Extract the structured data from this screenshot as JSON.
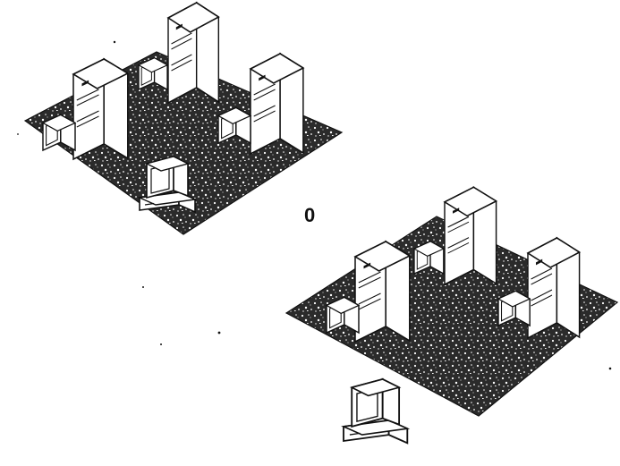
{
  "diagram": {
    "connector_label": "0",
    "colors": {
      "ink": "#111111",
      "paper": "#ffffff",
      "floor": "#2b2b2b"
    },
    "groups": [
      {
        "name": "network-cluster-left",
        "units": [
          "server-tower",
          "server-tower",
          "server-tower",
          "monitor",
          "monitor",
          "monitor",
          "desktop-workstation"
        ]
      },
      {
        "name": "network-cluster-right",
        "units": [
          "server-tower",
          "server-tower",
          "server-tower",
          "monitor",
          "monitor",
          "monitor"
        ]
      },
      {
        "name": "standalone-workstation",
        "units": [
          "desktop-workstation"
        ]
      }
    ]
  }
}
